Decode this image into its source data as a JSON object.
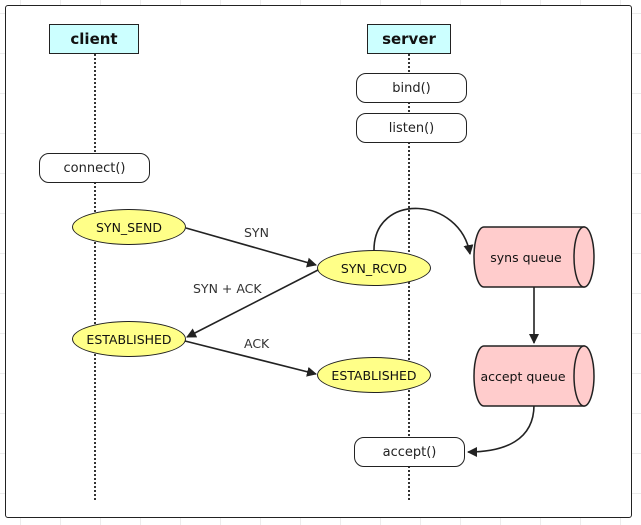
{
  "actors": {
    "client": "client",
    "server": "server"
  },
  "server_steps": {
    "bind": "bind()",
    "listen": "listen()",
    "accept": "accept()"
  },
  "client_steps": {
    "connect": "connect()"
  },
  "states": {
    "client_syn_send": "SYN_SEND",
    "client_established": "ESTABLISHED",
    "server_syn_rcvd": "SYN_RCVD",
    "server_established": "ESTABLISHED"
  },
  "messages": {
    "syn": "SYN",
    "syn_ack": "SYN + ACK",
    "ack": "ACK"
  },
  "queues": {
    "syns_queue": "syns queue",
    "accept_queue": "accept queue"
  },
  "colors": {
    "actor_fill": "#ccffff",
    "state_fill": "#ffff88",
    "queue_fill": "#ffcccc"
  }
}
